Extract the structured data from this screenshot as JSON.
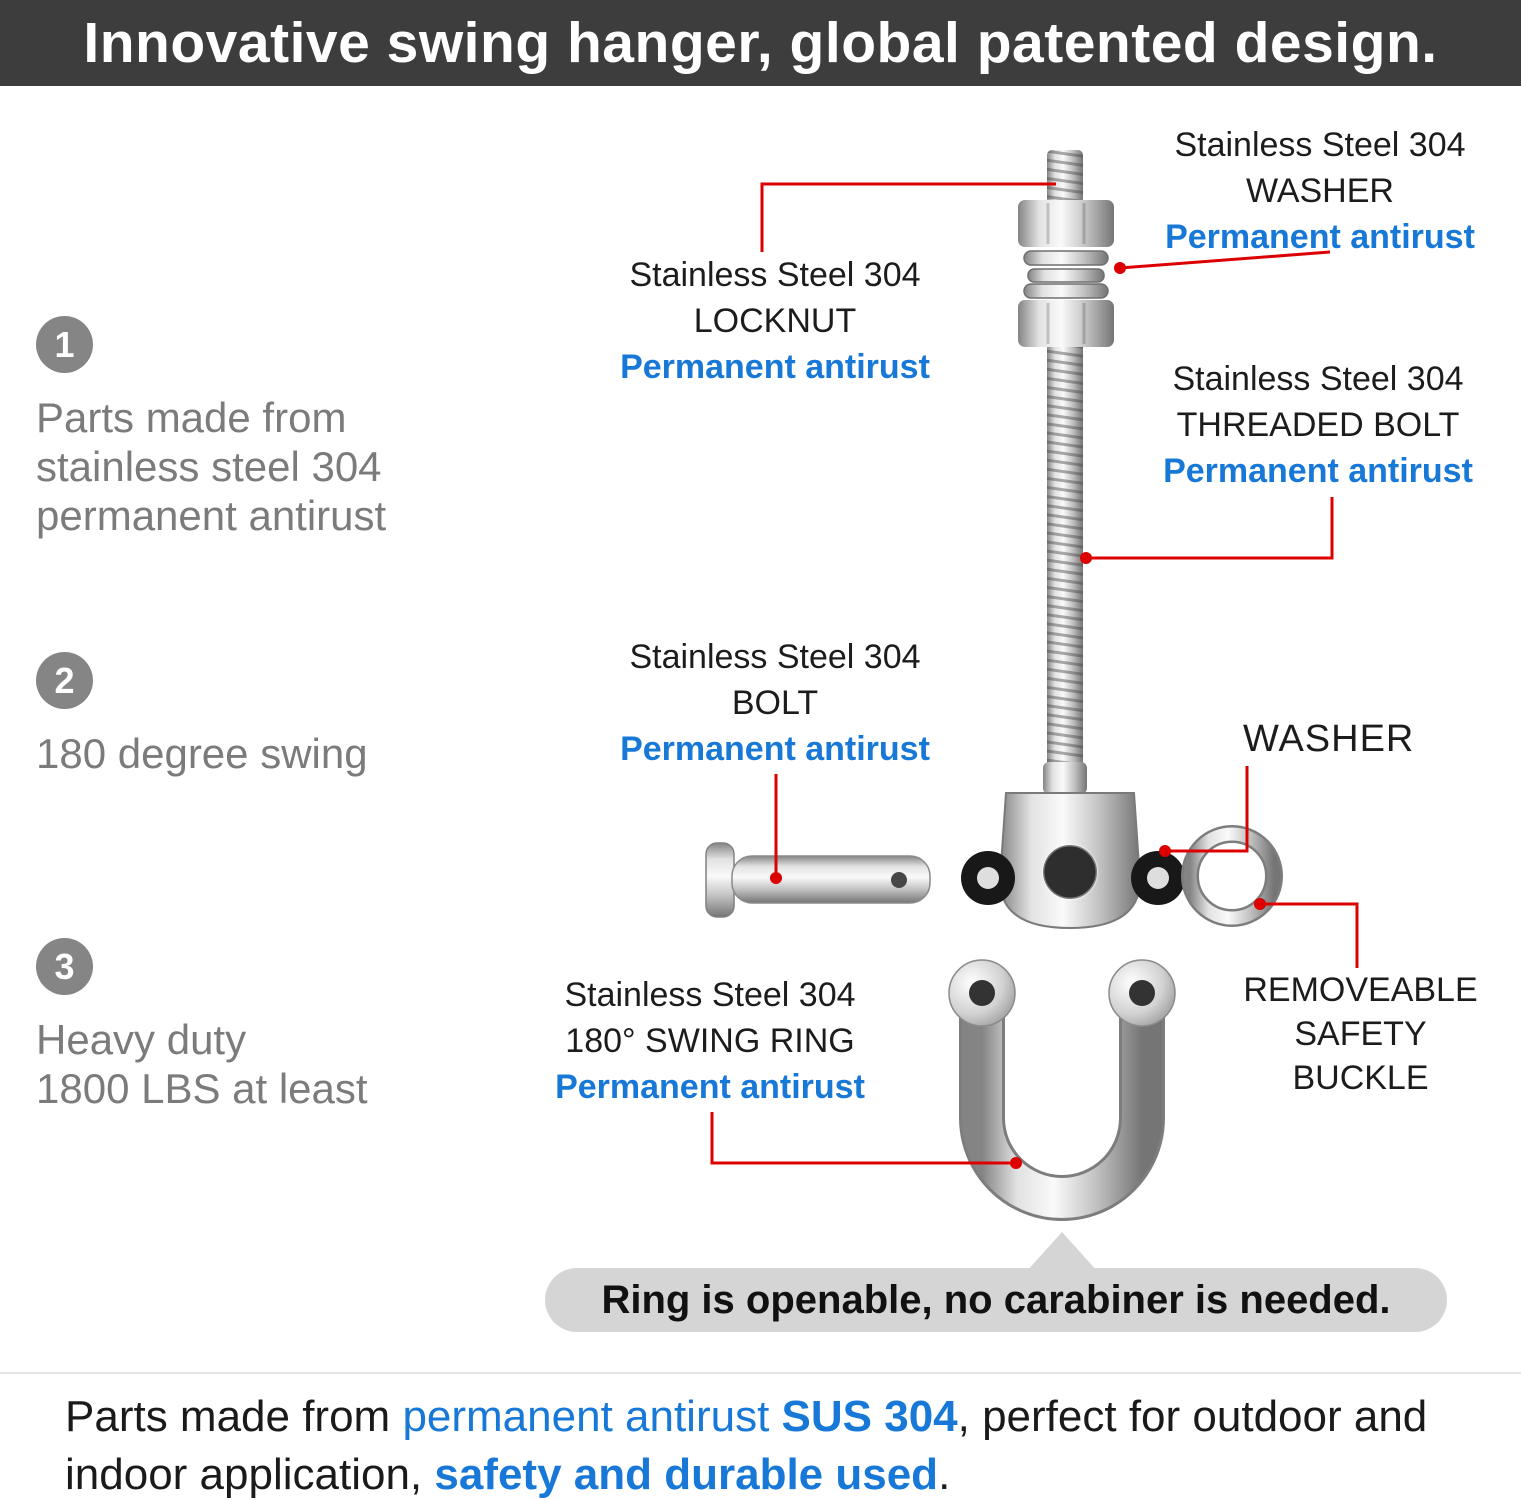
{
  "header": {
    "title": "Innovative swing hanger, global patented design."
  },
  "features": [
    {
      "number": "1",
      "lines": [
        "Parts made from",
        "stainless steel 304",
        "permanent antirust"
      ]
    },
    {
      "number": "2",
      "lines": [
        "180 degree swing"
      ]
    },
    {
      "number": "3",
      "lines": [
        "Heavy duty",
        "1800 LBS at least"
      ]
    }
  ],
  "callouts": {
    "washer_top": {
      "material": "Stainless Steel 304",
      "part": "WASHER",
      "note": "Permanent antirust"
    },
    "locknut": {
      "material": "Stainless Steel 304",
      "part": "LOCKNUT",
      "note": "Permanent antirust"
    },
    "threaded_bolt": {
      "material": "Stainless Steel 304",
      "part": "THREADED BOLT",
      "note": "Permanent antirust"
    },
    "bolt": {
      "material": "Stainless Steel 304",
      "part": "BOLT",
      "note": "Permanent antirust"
    },
    "washer_side": {
      "part": "WASHER"
    },
    "swing_ring": {
      "material": "Stainless Steel 304",
      "part": "180° SWING  RING",
      "note": "Permanent antirust"
    },
    "safety_buckle": {
      "line1": "REMOVEABLE",
      "line2": "SAFETY BUCKLE"
    }
  },
  "banner": {
    "text": "Ring is openable, no carabiner is needed."
  },
  "footer": {
    "line1": {
      "s1": "Parts made from ",
      "s2": "permanent antirust ",
      "s3": "SUS 304",
      "s4": ", perfect for outdoor and"
    },
    "line2": {
      "s1": "indoor application, ",
      "s2": "safety and durable used",
      "s3": "."
    }
  },
  "colors": {
    "header-bg": "#3d3d3d",
    "accent-blue": "#1878d8",
    "callout-red": "#dd0000",
    "text-gray": "#7b7b7b",
    "badge-gray": "#858585",
    "banner-bg": "#d5d5d5"
  }
}
